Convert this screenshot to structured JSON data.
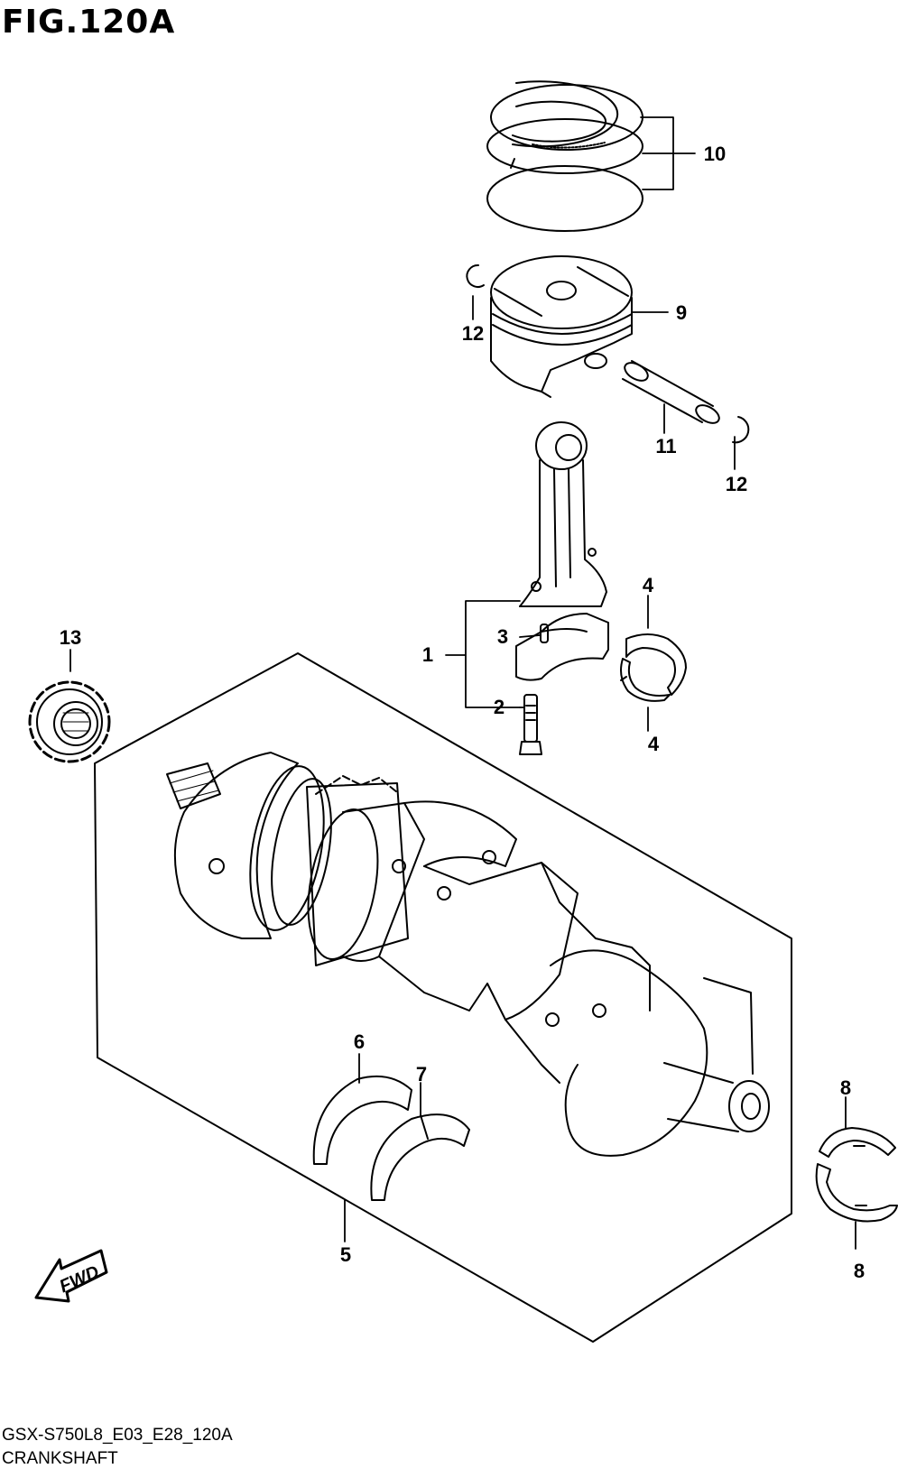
{
  "figure": {
    "title": "FIG.120A"
  },
  "footer": {
    "code": "GSX-S750L8_E03_E28_120A",
    "name": "CRANKSHAFT"
  },
  "fwd_label": "FWD",
  "callouts": {
    "c1": "1",
    "c2": "2",
    "c3": "3",
    "c4a": "4",
    "c4b": "4",
    "c5": "5",
    "c6": "6",
    "c7": "7",
    "c8a": "8",
    "c8b": "8",
    "c9": "9",
    "c10": "10",
    "c11": "11",
    "c12a": "12",
    "c12b": "12",
    "c13": "13"
  },
  "icons": {
    "direction": "fwd-arrow-icon"
  }
}
